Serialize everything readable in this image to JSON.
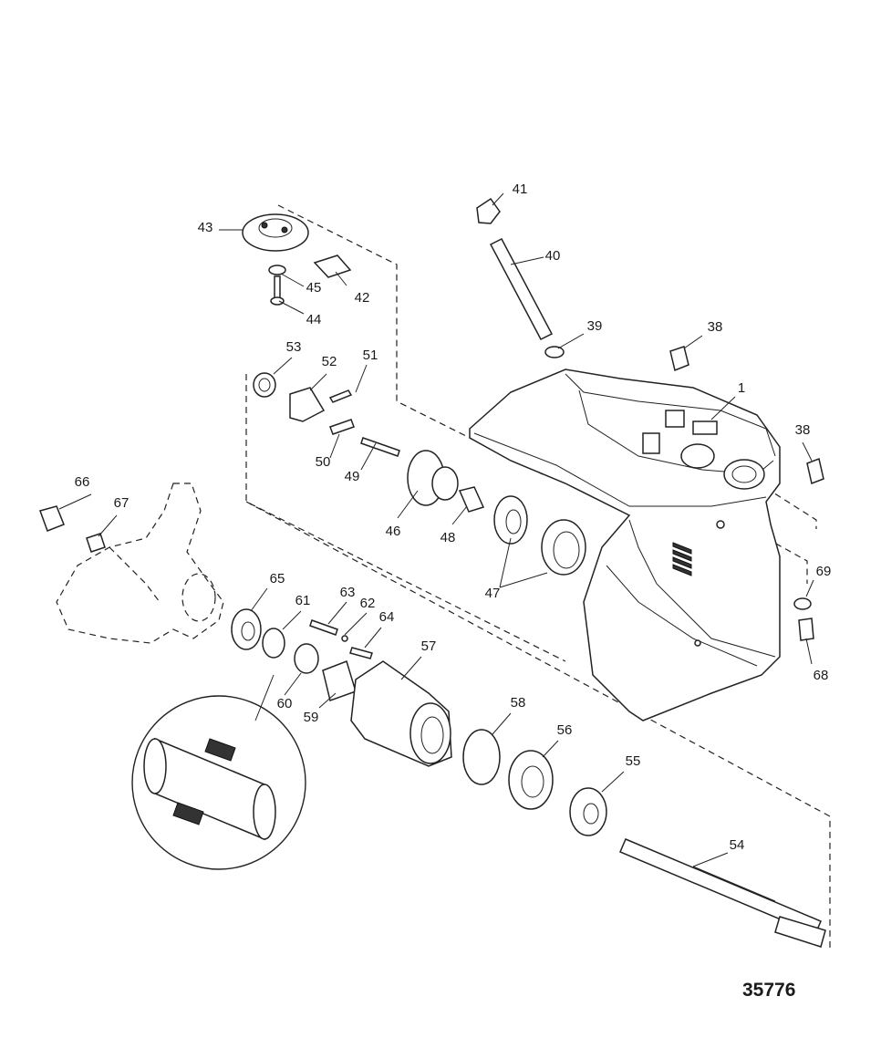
{
  "figure_number": "35776",
  "callouts": {
    "c1": "1",
    "c38a": "38",
    "c38b": "38",
    "c39": "39",
    "c40": "40",
    "c41": "41",
    "c42": "42",
    "c43": "43",
    "c44": "44",
    "c45": "45",
    "c46": "46",
    "c47": "47",
    "c48": "48",
    "c49": "49",
    "c50": "50",
    "c51": "51",
    "c52": "52",
    "c53": "53",
    "c54": "54",
    "c55": "55",
    "c56": "56",
    "c57": "57",
    "c58": "58",
    "c59": "59",
    "c60": "60",
    "c61": "61",
    "c62": "62",
    "c63": "63",
    "c64": "64",
    "c65": "65",
    "c66": "66",
    "c67": "67",
    "c68": "68",
    "c69": "69"
  },
  "colors": {
    "line": "#222222",
    "background": "#ffffff"
  }
}
